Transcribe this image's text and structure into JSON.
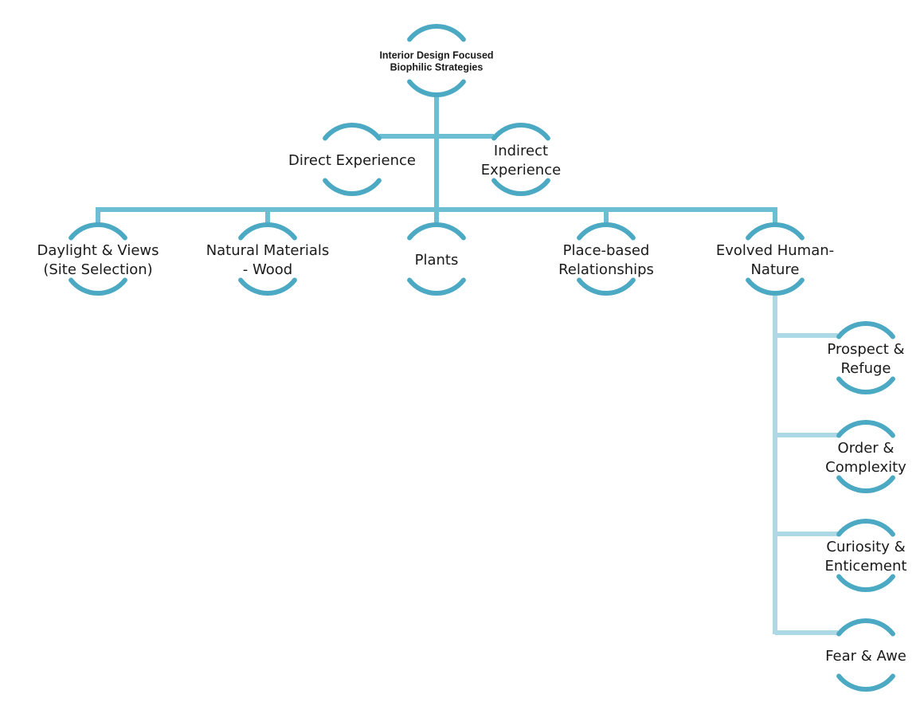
{
  "colors": {
    "connector": "#6cbfd3",
    "connector_light": "#acd9e5",
    "node_arc": "#4ba9c3",
    "text": "#1a1a1a"
  },
  "nodes": {
    "root": {
      "lines": [
        "Interior Design Focused",
        "Biophilic Strategies"
      ]
    },
    "direct_experience": {
      "lines": [
        "Direct Experience"
      ]
    },
    "indirect_experience": {
      "lines": [
        "Indirect",
        "Experience"
      ]
    },
    "daylight_views": {
      "lines": [
        "Daylight & Views",
        "(Site Selection)"
      ]
    },
    "natural_materials": {
      "lines": [
        "Natural Materials",
        "- Wood"
      ]
    },
    "plants": {
      "lines": [
        "Plants"
      ]
    },
    "place_based": {
      "lines": [
        "Place-based",
        "Relationships"
      ]
    },
    "evolved_human_nature": {
      "lines": [
        "Evolved Human-",
        "Nature"
      ]
    },
    "prospect_refuge": {
      "lines": [
        "Prospect &",
        "Refuge"
      ]
    },
    "order_complexity": {
      "lines": [
        "Order &",
        "Complexity"
      ]
    },
    "curiosity_enticement": {
      "lines": [
        "Curiosity &",
        "Enticement"
      ]
    },
    "fear_awe": {
      "lines": [
        "Fear & Awe"
      ]
    }
  }
}
